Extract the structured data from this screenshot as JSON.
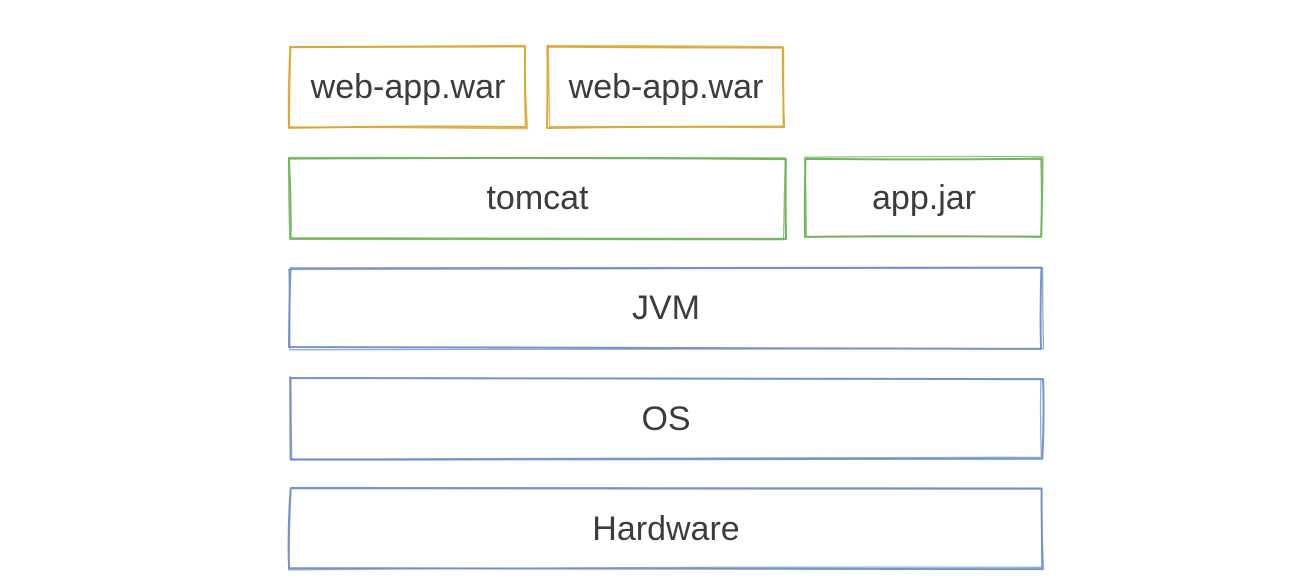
{
  "colors": {
    "app_layer": "#d9a72e",
    "runtime_layer": "#6db257",
    "platform_layer": "#6f8fcb",
    "text": "#3c3c3c"
  },
  "layers": {
    "applications": [
      {
        "label": "web-app.war"
      },
      {
        "label": "web-app.war"
      }
    ],
    "runtime": {
      "server": {
        "label": "tomcat"
      },
      "standalone": {
        "label": "app.jar"
      }
    },
    "jvm": {
      "label": "JVM"
    },
    "os": {
      "label": "OS"
    },
    "hardware": {
      "label": "Hardware"
    }
  }
}
